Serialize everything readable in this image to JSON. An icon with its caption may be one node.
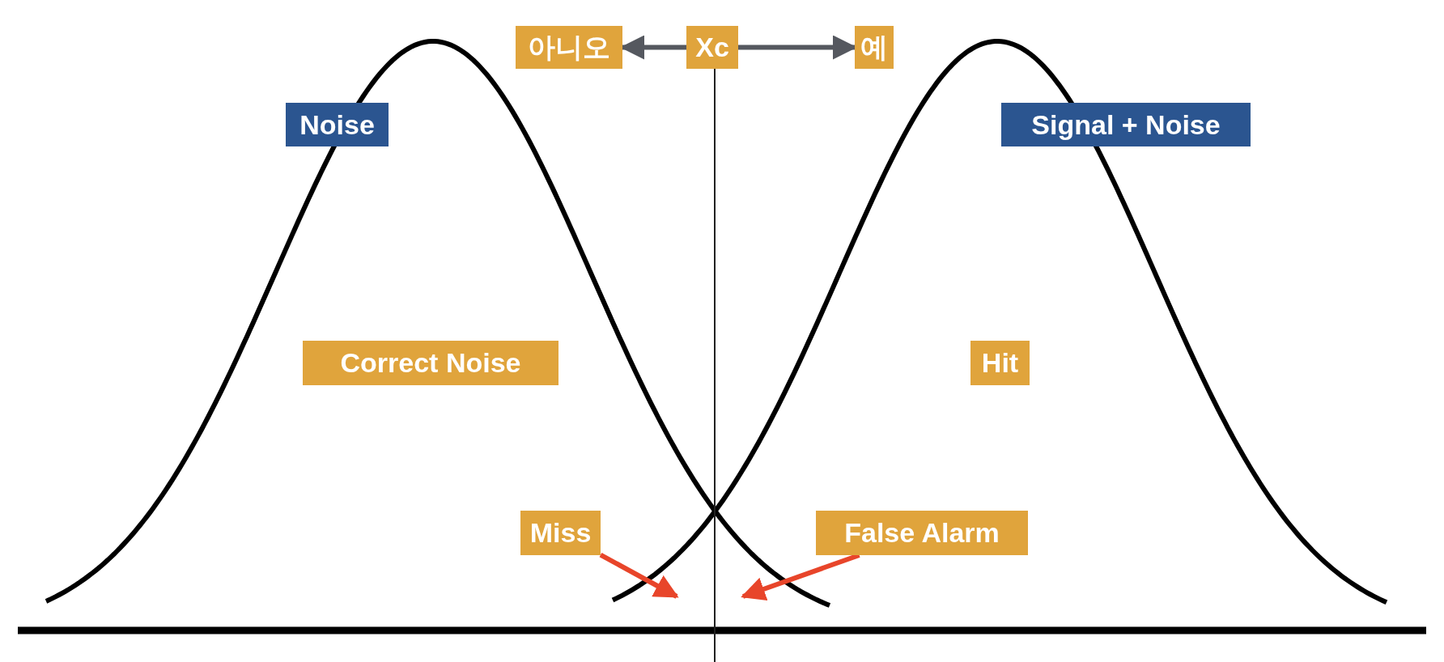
{
  "diagram": {
    "nodes": [
      {
        "text": [
          "아니오"
        ]
      },
      {
        "text": [
          "Xc"
        ]
      },
      {
        "text": [
          "예"
        ]
      },
      {
        "text": [
          "Noise"
        ]
      },
      {
        "text": [
          "Signal + Noise"
        ]
      },
      {
        "text": [
          "Correct Noise"
        ]
      },
      {
        "text": [
          "Hit"
        ]
      },
      {
        "text": [
          "Miss"
        ]
      },
      {
        "text": [
          "False Alarm"
        ]
      }
    ],
    "edges": [
      {
        "from": 1,
        "to": 0,
        "arrow": "to"
      },
      {
        "from": 1,
        "to": 2,
        "arrow": "to"
      },
      {
        "from": 7,
        "to": null,
        "arrow": "to",
        "color": "#e8452a"
      },
      {
        "from": 8,
        "to": null,
        "arrow": "to",
        "color": "#e8452a"
      }
    ]
  }
}
